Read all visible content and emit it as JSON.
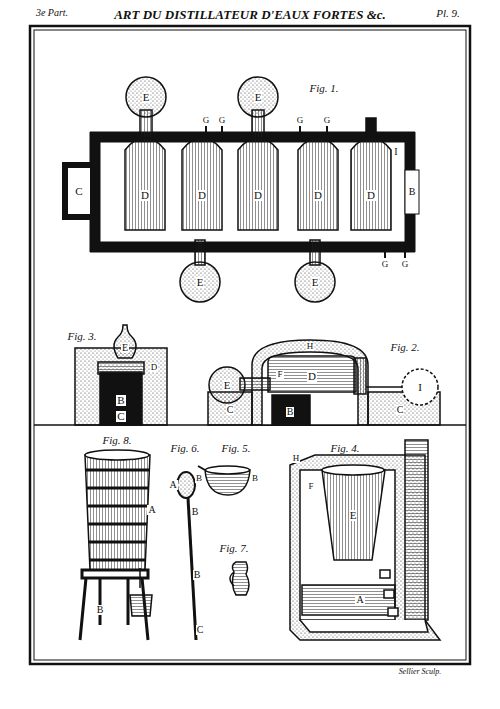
{
  "diagram": {
    "title": "ART DU DISTILLATEUR D'EAUX FORTES &c.",
    "labels": [
      "3e Part.",
      "Pl. 9.",
      "Fig. 1.",
      "E",
      "G",
      "G",
      "E",
      "G",
      "G",
      "C",
      "D",
      "D",
      "D",
      "D",
      "D",
      "I",
      "B",
      "E",
      "E",
      "G",
      "G",
      "Fig. 3.",
      "E",
      "D",
      "B",
      "C",
      "Fig. 2.",
      "H",
      "E",
      "F",
      "D",
      "I",
      "C",
      "B",
      "C",
      "Fig. 8.",
      "Fig. 6.",
      "A",
      "B",
      "B",
      "C",
      "Fig. 5.",
      "B",
      "B",
      "Fig. 7.",
      "Fig. 4.",
      "H",
      "F",
      "E",
      "A",
      "A",
      "B",
      "Sellier Sculp."
    ]
  }
}
